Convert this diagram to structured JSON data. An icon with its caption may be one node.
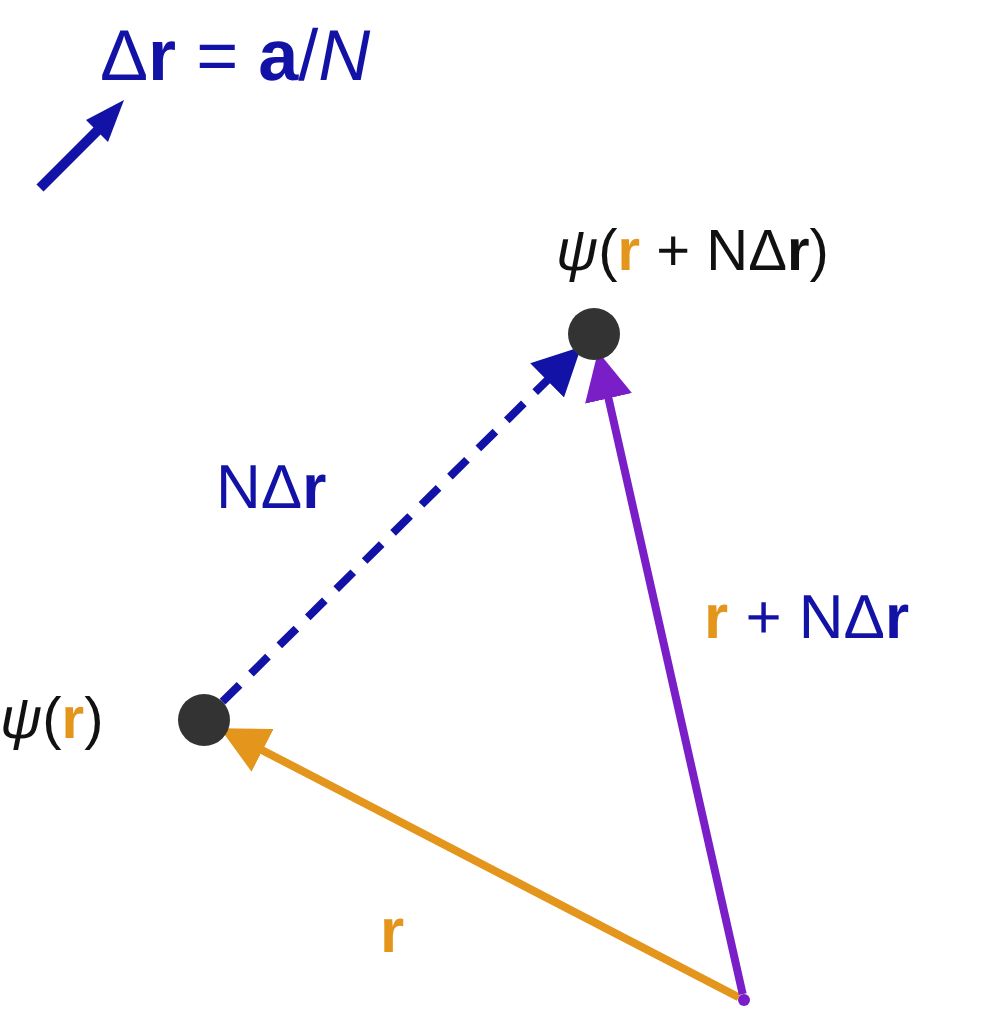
{
  "diagram": {
    "nodes": [
      {
        "text": [
          "*ψ*(**r**)"
        ]
      },
      {
        "text": [
          "*ψ*(**r** + NΔ**r**)"
        ]
      },
      {
        "text": [],
        "shape": "point"
      }
    ],
    "edges": [
      {
        "from": 2,
        "to": 0,
        "arrow": "to",
        "label": "**r**",
        "color": "#e3951c"
      },
      {
        "from": 2,
        "to": 1,
        "arrow": "to",
        "label": "**r** + NΔ**r**",
        "color": "#7a1fc8"
      },
      {
        "from": 0,
        "to": 1,
        "arrow": "to",
        "label": "NΔ**r**",
        "style": "dashed",
        "color": "#1212a6"
      }
    ],
    "labels": [
      "Δ**r** = **a**/*N*"
    ]
  }
}
